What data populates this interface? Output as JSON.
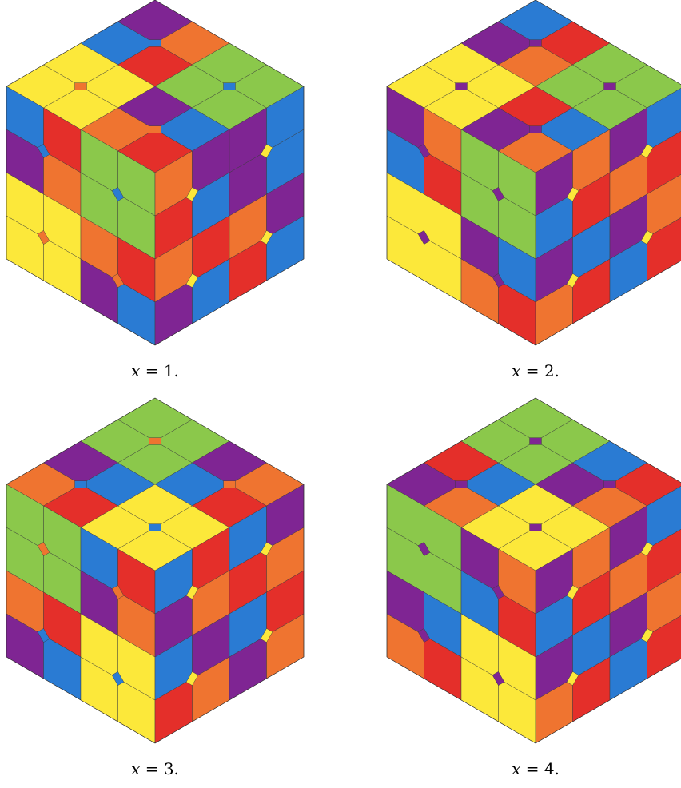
{
  "colors": {
    "Y": "#FCE83A",
    "B": "#2A7BD3",
    "P": "#7F2593",
    "O": "#EF7430",
    "R": "#E42F2A",
    "G": "#8BC84B"
  },
  "captions": [
    {
      "var": "x",
      "rest": " = 1."
    },
    {
      "var": "x",
      "rest": " = 2."
    },
    {
      "var": "x",
      "rest": " = 3."
    },
    {
      "var": "x",
      "rest": " = 4."
    }
  ],
  "cubes": [
    {
      "top": [
        [
          "P",
          "O",
          "G",
          "G"
        ],
        [
          "B",
          "R",
          "G",
          "G"
        ],
        [
          "Y",
          "Y",
          "P",
          "B"
        ],
        [
          "Y",
          "Y",
          "O",
          "R"
        ]
      ],
      "top_hole": [
        "B",
        "O",
        "B",
        "O"
      ],
      "left": [
        [
          "B",
          "R",
          "G",
          "G"
        ],
        [
          "P",
          "O",
          "G",
          "G"
        ],
        [
          "Y",
          "Y",
          "O",
          "R"
        ],
        [
          "Y",
          "Y",
          "P",
          "B"
        ]
      ],
      "left_hole": [
        "B",
        "O",
        "B",
        "O"
      ],
      "right": [
        [
          "O",
          "P",
          "P",
          "B"
        ],
        [
          "R",
          "B",
          "P",
          "B"
        ],
        [
          "O",
          "R",
          "O",
          "P"
        ],
        [
          "P",
          "B",
          "R",
          "B"
        ]
      ],
      "right_hole": [
        "Y",
        "Y",
        "Y",
        "Y"
      ]
    },
    {
      "top": [
        [
          "B",
          "R",
          "G",
          "G"
        ],
        [
          "P",
          "O",
          "G",
          "G"
        ],
        [
          "Y",
          "Y",
          "R",
          "B"
        ],
        [
          "Y",
          "Y",
          "P",
          "O"
        ]
      ],
      "top_hole": [
        "P",
        "P",
        "P",
        "P"
      ],
      "left": [
        [
          "P",
          "O",
          "G",
          "G"
        ],
        [
          "B",
          "R",
          "G",
          "G"
        ],
        [
          "Y",
          "Y",
          "P",
          "B"
        ],
        [
          "Y",
          "Y",
          "O",
          "R"
        ]
      ],
      "left_hole": [
        "P",
        "P",
        "P",
        "P"
      ],
      "right": [
        [
          "P",
          "O",
          "P",
          "B"
        ],
        [
          "B",
          "R",
          "O",
          "R"
        ],
        [
          "P",
          "B",
          "P",
          "O"
        ],
        [
          "O",
          "R",
          "B",
          "R"
        ]
      ],
      "right_hole": [
        "Y",
        "Y",
        "Y",
        "Y"
      ]
    },
    {
      "top": [
        [
          "G",
          "G",
          "P",
          "O"
        ],
        [
          "G",
          "G",
          "B",
          "R"
        ],
        [
          "P",
          "B",
          "Y",
          "Y"
        ],
        [
          "O",
          "R",
          "Y",
          "Y"
        ]
      ],
      "top_hole": [
        "O",
        "B",
        "O",
        "B"
      ],
      "left": [
        [
          "G",
          "G",
          "B",
          "R"
        ],
        [
          "G",
          "G",
          "P",
          "O"
        ],
        [
          "O",
          "R",
          "Y",
          "Y"
        ],
        [
          "P",
          "B",
          "Y",
          "Y"
        ]
      ],
      "left_hole": [
        "O",
        "B",
        "O",
        "B"
      ],
      "right": [
        [
          "B",
          "R",
          "B",
          "P"
        ],
        [
          "P",
          "O",
          "R",
          "O"
        ],
        [
          "B",
          "P",
          "B",
          "R"
        ],
        [
          "R",
          "O",
          "P",
          "O"
        ]
      ],
      "right_hole": [
        "Y",
        "Y",
        "Y",
        "Y"
      ]
    },
    {
      "top": [
        [
          "G",
          "G",
          "B",
          "R"
        ],
        [
          "G",
          "G",
          "P",
          "O"
        ],
        [
          "R",
          "B",
          "Y",
          "Y"
        ],
        [
          "P",
          "O",
          "Y",
          "Y"
        ]
      ],
      "top_hole": [
        "P",
        "P",
        "P",
        "P"
      ],
      "left": [
        [
          "G",
          "G",
          "P",
          "O"
        ],
        [
          "G",
          "G",
          "B",
          "R"
        ],
        [
          "P",
          "B",
          "Y",
          "Y"
        ],
        [
          "O",
          "R",
          "Y",
          "Y"
        ]
      ],
      "left_hole": [
        "P",
        "P",
        "P",
        "P"
      ],
      "right": [
        [
          "P",
          "O",
          "P",
          "B"
        ],
        [
          "B",
          "R",
          "O",
          "R"
        ],
        [
          "P",
          "B",
          "P",
          "O"
        ],
        [
          "O",
          "R",
          "B",
          "R"
        ]
      ],
      "right_hole": [
        "Y",
        "Y",
        "Y",
        "Y"
      ]
    }
  ]
}
